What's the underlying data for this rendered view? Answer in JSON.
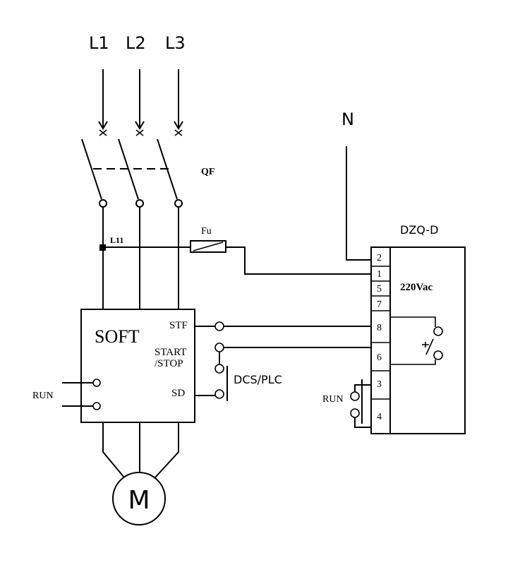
{
  "supply": {
    "l1": "L1",
    "l2": "L2",
    "l3": "L3",
    "neutral": "N"
  },
  "breaker": {
    "label": "QF"
  },
  "fuse": {
    "label": "Fu"
  },
  "node": {
    "label": "L11"
  },
  "soft_starter": {
    "title": "SOFT",
    "stf": "STF",
    "start_line1": "START",
    "start_line2": "/STOP",
    "sd": "SD",
    "run": "RUN"
  },
  "control": {
    "dcs_plc": "DCS/PLC"
  },
  "relay": {
    "title": "DZQ-D",
    "voltage": "220Vac",
    "terminals": [
      "2",
      "1",
      "5",
      "7",
      "8",
      "6",
      "3",
      "4"
    ],
    "run": "RUN"
  },
  "motor": {
    "label": "M"
  }
}
